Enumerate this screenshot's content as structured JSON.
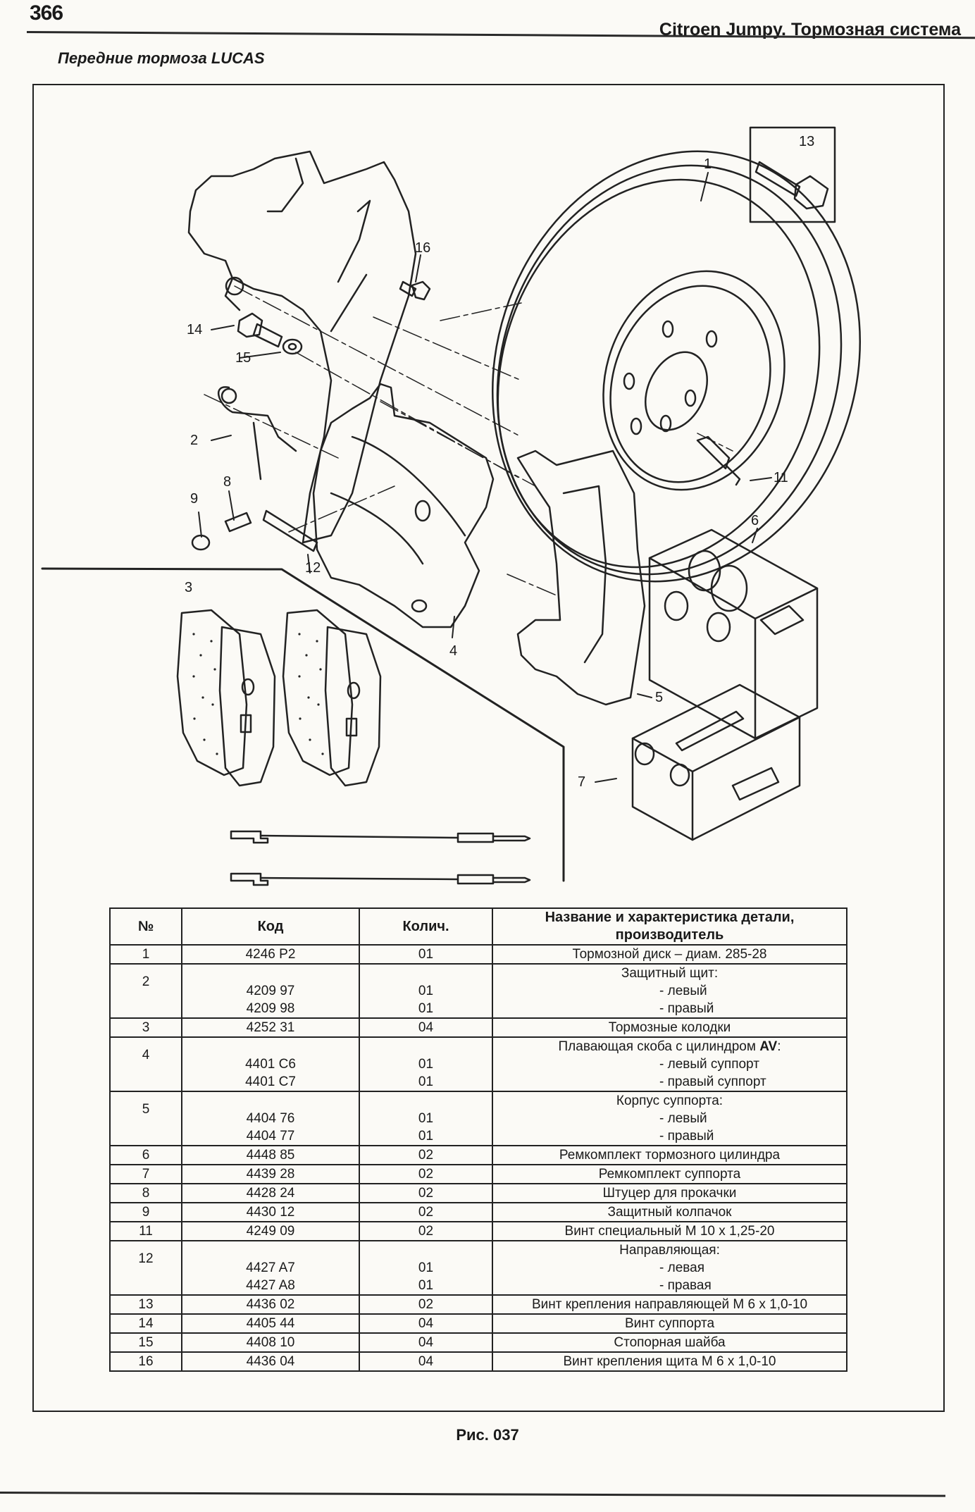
{
  "header": {
    "page_number": "366",
    "running_head": "Citroen Jumpy. Тормозная система",
    "section_title": "Передние тормоза LUCAS"
  },
  "diagram": {
    "callouts": [
      "1",
      "2",
      "3",
      "4",
      "5",
      "6",
      "7",
      "8",
      "9",
      "11",
      "12",
      "13",
      "14",
      "15",
      "16"
    ],
    "parts_depicted": [
      "brake-disc",
      "dust-shield",
      "brake-pads",
      "caliper-with-cylinder",
      "caliper-carrier",
      "cylinder-repair-kit",
      "caliper-repair-kit",
      "bleed-nipple",
      "dust-cap",
      "special-screw",
      "guide",
      "guide-bolt",
      "caliper-bolt",
      "lock-washer",
      "shield-bolt",
      "wear-sensor-wires"
    ]
  },
  "table": {
    "headers": [
      "№",
      "Код",
      "Колич.",
      "Название и характеристика детали, производитель"
    ],
    "rows": [
      {
        "no": "1",
        "codes": [
          "4246 P2"
        ],
        "qty": [
          "01"
        ],
        "title": "Тормозной диск – диам. 285-28",
        "items": []
      },
      {
        "no": "2",
        "codes": [
          "4209 97",
          "4209 98"
        ],
        "qty": [
          "01",
          "01"
        ],
        "title": "Защитный щит:",
        "items": [
          "- левый",
          "- правый"
        ]
      },
      {
        "no": "3",
        "codes": [
          "4252 31"
        ],
        "qty": [
          "04"
        ],
        "title": "Тормозные колодки",
        "items": []
      },
      {
        "no": "4",
        "codes": [
          "4401 C6",
          "4401 C7"
        ],
        "qty": [
          "01",
          "01"
        ],
        "title": "Плавающая скоба с цилиндром",
        "title_bold": "AV",
        "title_suffix": ":",
        "items": [
          "- левый суппорт",
          "- правый суппорт"
        ]
      },
      {
        "no": "5",
        "codes": [
          "4404 76",
          "4404 77"
        ],
        "qty": [
          "01",
          "01"
        ],
        "title": "Корпус суппорта:",
        "items": [
          "- левый",
          "- правый"
        ]
      },
      {
        "no": "6",
        "codes": [
          "4448 85"
        ],
        "qty": [
          "02"
        ],
        "title": "Ремкомплект тормозного цилиндра",
        "items": []
      },
      {
        "no": "7",
        "codes": [
          "4439 28"
        ],
        "qty": [
          "02"
        ],
        "title": "Ремкомплект суппорта",
        "items": []
      },
      {
        "no": "8",
        "codes": [
          "4428 24"
        ],
        "qty": [
          "02"
        ],
        "title": "Штуцер для прокачки",
        "items": []
      },
      {
        "no": "9",
        "codes": [
          "4430 12"
        ],
        "qty": [
          "02"
        ],
        "title": "Защитный колпачок",
        "items": []
      },
      {
        "no": "11",
        "codes": [
          "4249 09"
        ],
        "qty": [
          "02"
        ],
        "title": "Винт специальный М 10 х 1,25-20",
        "items": []
      },
      {
        "no": "12",
        "codes": [
          "4427 A7",
          "4427 A8"
        ],
        "qty": [
          "01",
          "01"
        ],
        "title": "Направляющая:",
        "items": [
          "- левая",
          "- правая"
        ]
      },
      {
        "no": "13",
        "codes": [
          "4436 02"
        ],
        "qty": [
          "02"
        ],
        "title": "Винт крепления направляющей М 6 х 1,0-10",
        "items": []
      },
      {
        "no": "14",
        "codes": [
          "4405 44"
        ],
        "qty": [
          "04"
        ],
        "title": "Винт суппорта",
        "items": []
      },
      {
        "no": "15",
        "codes": [
          "4408 10"
        ],
        "qty": [
          "04"
        ],
        "title": "Стопорная шайба",
        "items": []
      },
      {
        "no": "16",
        "codes": [
          "4436 04"
        ],
        "qty": [
          "04"
        ],
        "title": "Винт крепления щита М 6 х 1,0-10",
        "items": []
      }
    ]
  },
  "footer": {
    "figure_caption": "Рис. 037"
  }
}
